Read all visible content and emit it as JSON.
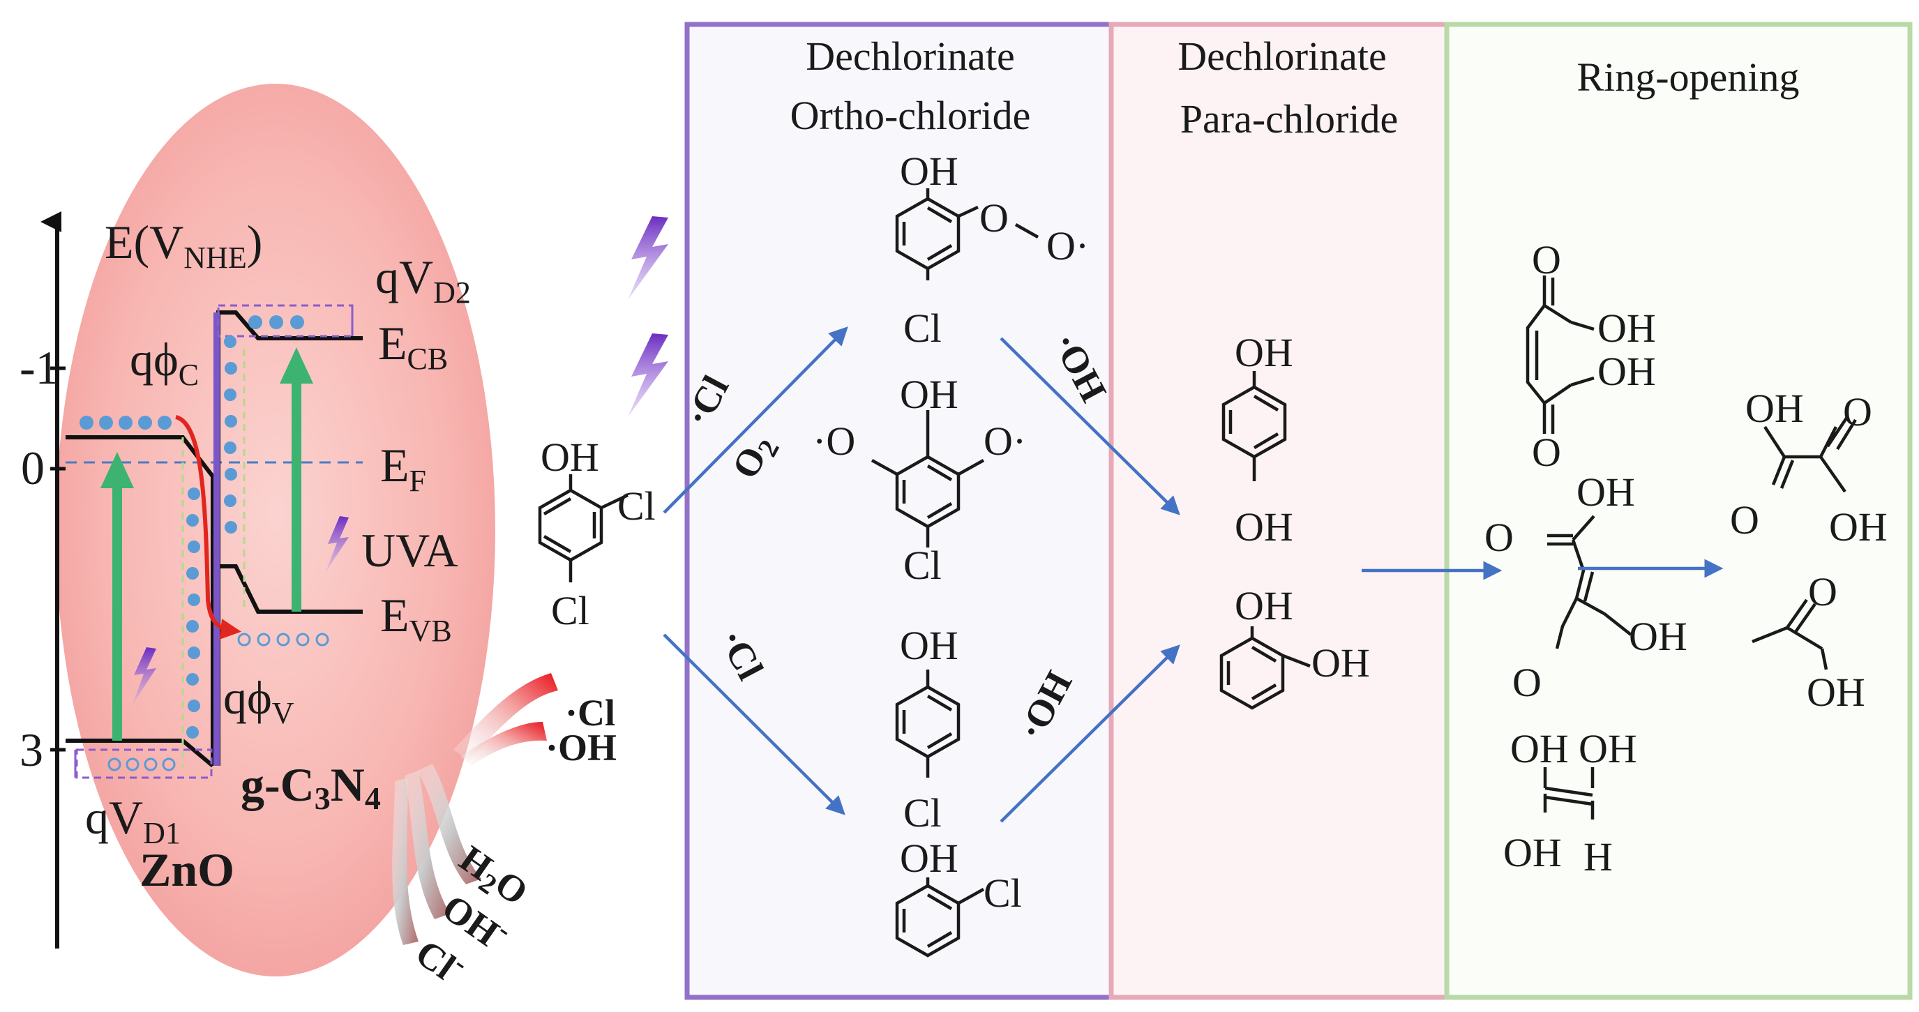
{
  "panels": {
    "ortho": {
      "line1": "Dechlorinate",
      "line2": "Ortho-chloride",
      "color": "#9370c9"
    },
    "para": {
      "line1": "Dechlorinate",
      "line2": "Para-chloride",
      "color": "#e6a9b8"
    },
    "ring": {
      "line1": "Ring-opening",
      "color": "#b9d9a6"
    }
  },
  "band_diagram": {
    "axis_label": "E(V",
    "axis_sub": "NHE",
    "axis_close": ")",
    "ticks": [
      "-1",
      "0",
      "3"
    ],
    "qVD2": {
      "main": "qV",
      "sub": "D2"
    },
    "qVD1": {
      "main": "qV",
      "sub": "D1"
    },
    "ECB": {
      "main": "E",
      "sub": "CB"
    },
    "EF": {
      "main": "E",
      "sub": "F"
    },
    "EVB": {
      "main": "E",
      "sub": "VB"
    },
    "qphiC": {
      "main": "qϕ",
      "sub": "C"
    },
    "qphiV": {
      "main": "qϕ",
      "sub": "V"
    },
    "uva": "UVA",
    "zno": "ZnO",
    "gcn": {
      "a": "g-C",
      "b": "3",
      "c": "N",
      "d": "4"
    }
  },
  "species": {
    "cl_rad": "·Cl",
    "oh_rad": "·OH",
    "h2o": {
      "a": "H",
      "b": "2",
      "c": "O"
    },
    "ohm": {
      "a": "OH",
      "b": "-"
    },
    "clm": {
      "a": "Cl",
      "b": "-"
    }
  },
  "reagents": {
    "cl_o2_cl": "·Cl",
    "cl_o2_o": "O",
    "cl_o2_sub": "2",
    "cl_lower": "·Cl",
    "oh_upper": "·OH",
    "oh_lower": "·OH"
  },
  "atoms": {
    "oh": "OH",
    "cl": "Cl",
    "o": "O",
    "h": "H",
    "orad": "O·",
    "rado": "·O"
  },
  "colors": {
    "flow_arrow": "#4472c4",
    "bubble": "#f7b3b0",
    "green_arrow": "#3cb371",
    "electron": "#5b9bd5",
    "lightning": "#7b3fc4"
  }
}
